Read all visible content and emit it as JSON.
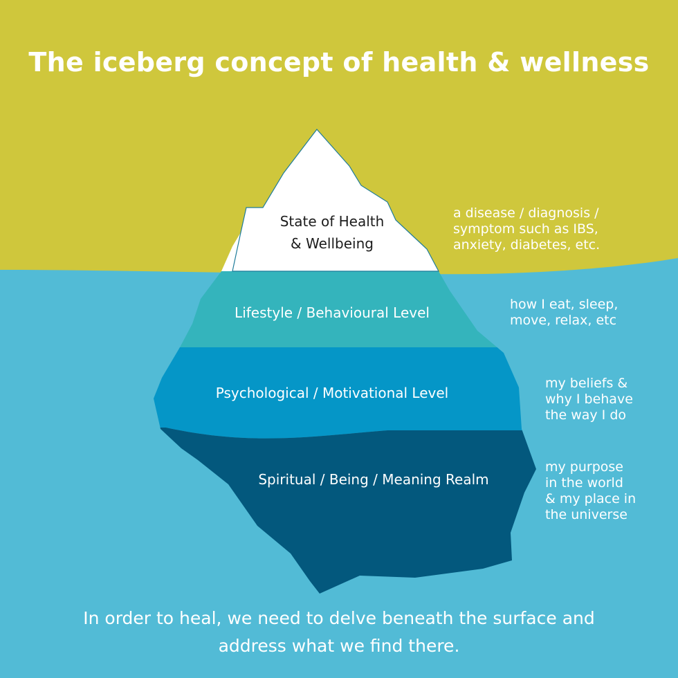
{
  "title": "The iceberg concept of health & wellness",
  "layers": [
    {
      "label_lines": [
        "State of Health",
        "& Wellbeing"
      ],
      "note": "a disease / diagnosis /\nsymptom such as IBS,\nanxiety, diabetes, etc."
    },
    {
      "label_lines": [
        "Lifestyle / Behavioural Level"
      ],
      "note": "how I eat, sleep,\nmove, relax, etc"
    },
    {
      "label_lines": [
        "Psychological / Motivational Level"
      ],
      "note": "my beliefs &\nwhy I behave\nthe way I do"
    },
    {
      "label_lines": [
        "Spiritual / Being / Meaning Realm"
      ],
      "note": "my purpose\nin the world\n& my place in\nthe universe"
    }
  ],
  "footer": {
    "line1": "In order to heal, we need to delve beneath the surface and",
    "line2": "address what we find there."
  },
  "colors": {
    "sky": "#cfc73c",
    "water": "#52bbd6",
    "peak": "#ffffff",
    "lifestyle": "#34b4bc",
    "psychological": "#0596c7",
    "spiritual": "#03587d",
    "outline": "#1f7c9a"
  }
}
